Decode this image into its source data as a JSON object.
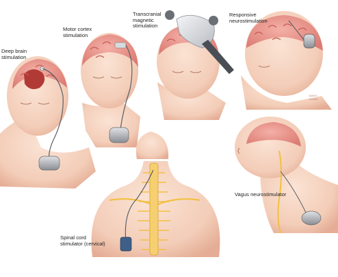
{
  "labels": {
    "deep_brain": "Deep brain\nstimulation",
    "motor_cortex": "Motor cortex\nstimulation",
    "tms": "Transcranial\nmagnetic\nstimulation",
    "responsive": "Responsive\nneurostimulation",
    "vagus": "Vagus neurostimulator",
    "spinal_cord": "Spinal cord\nstimulator (cervical)"
  },
  "credit": "MAYO\nCLINIC",
  "colors": {
    "skin": "#f6d5c2",
    "skin_shadow": "#e8b59e",
    "brain": "#e89088",
    "brain_dark": "#c45a55",
    "nerve": "#f2c040",
    "device": "#8a8e94",
    "lead": "#5a5e64"
  }
}
